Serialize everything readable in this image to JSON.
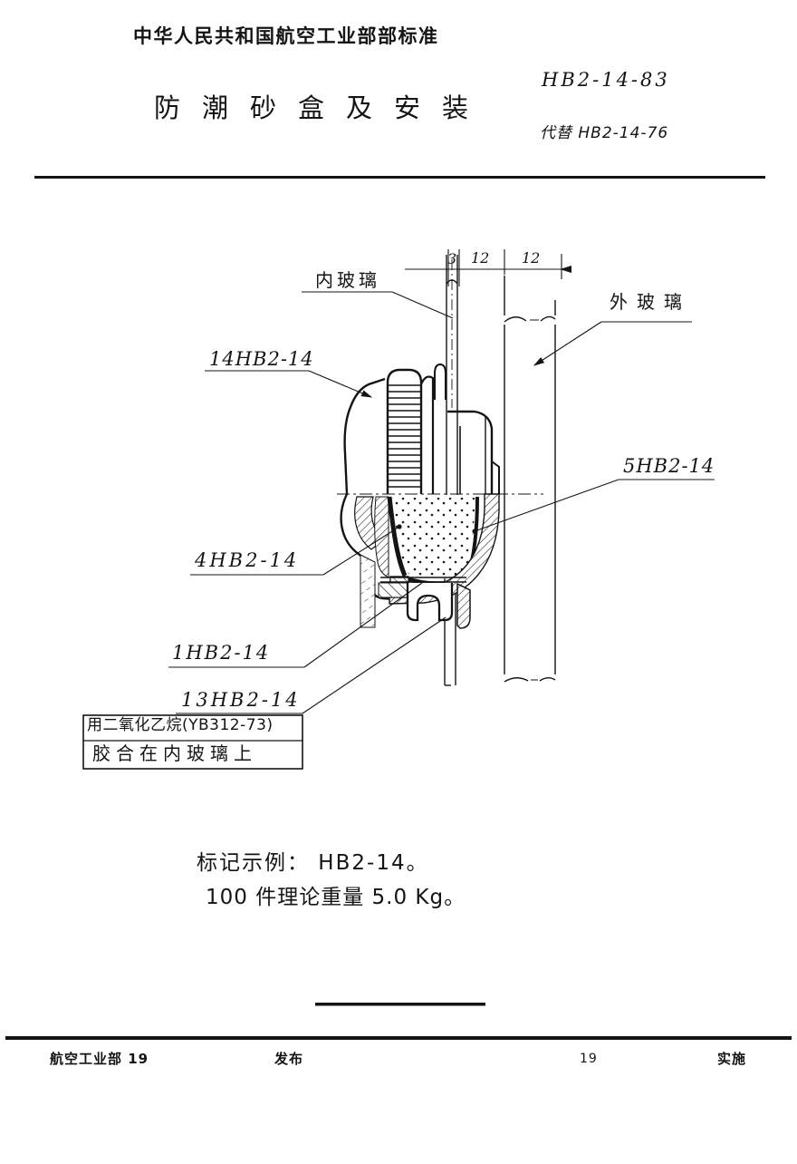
{
  "doc": {
    "header": "中华人民共和国航空工业部部标准",
    "standard_no": "HB2-14-83",
    "title": "防潮砂盒及安装",
    "replaces": "代替 HB2-14-76"
  },
  "drawing": {
    "dims": [
      "3",
      "12",
      "12"
    ],
    "labels": {
      "inner_glass": "内玻璃",
      "outer_glass": "外玻璃",
      "part14": "14HB2-14",
      "part5": "5HB2-14",
      "part4": "4HB2-14",
      "part1": "1HB2-14",
      "part13": "13HB2-14"
    },
    "note": {
      "line1": "用二氧化乙烷(YB312-73)",
      "line2": "胶合在内玻璃上"
    }
  },
  "notes": {
    "marking_example": "标记示例：   HB2-14。",
    "weight": "100 件理论重量  5.0 Kg。"
  },
  "footer": {
    "issuer": "航空工业部 19",
    "publish": "发布",
    "page": "19",
    "implement": "实施"
  }
}
